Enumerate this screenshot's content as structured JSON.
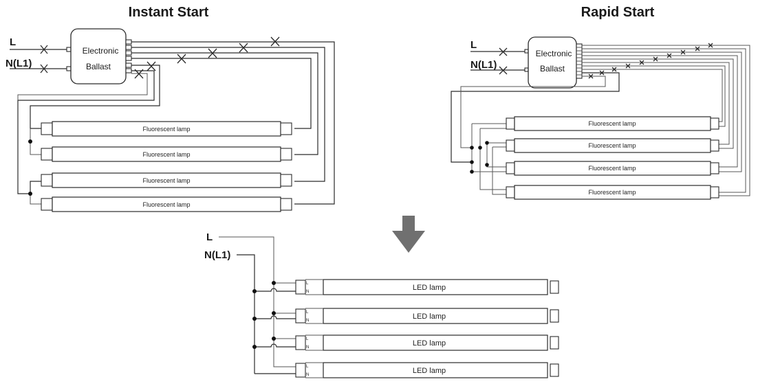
{
  "instant_start": {
    "title": "Instant Start",
    "line_label": "L",
    "neutral_label": "N(L1)",
    "ballast_line1": "Electronic",
    "ballast_line2": "Ballast",
    "lamps": [
      "Fluorescent lamp",
      "Fluorescent lamp",
      "Fluorescent lamp",
      "Fluorescent lamp"
    ]
  },
  "rapid_start": {
    "title": "Rapid Start",
    "line_label": "L",
    "neutral_label": "N(L1)",
    "ballast_line1": "Electronic",
    "ballast_line2": "Ballast",
    "lamps": [
      "Fluorescent lamp",
      "Fluorescent lamp",
      "Fluorescent lamp",
      "Fluorescent lamp"
    ]
  },
  "led_retrofit": {
    "line_label": "L",
    "neutral_label": "N(L1)",
    "pin_l": "L",
    "pin_n": "N",
    "lamps": [
      "LED lamp",
      "LED lamp",
      "LED lamp",
      "LED lamp"
    ]
  },
  "arrow": {
    "icon": "down-arrow-icon",
    "color": "#707070"
  }
}
